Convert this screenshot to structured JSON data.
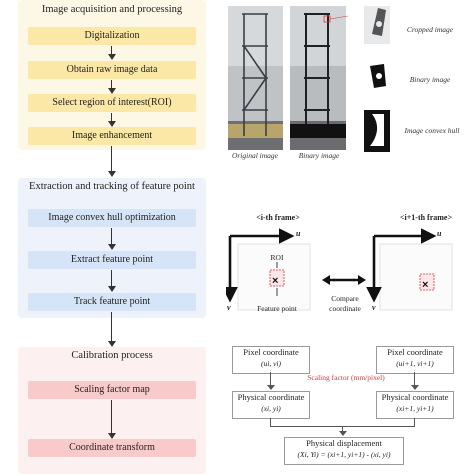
{
  "panel1": {
    "title": "Image acquisition and processing",
    "steps": [
      "Digitalization",
      "Obtain raw image data",
      "Select region of interest(ROI)",
      "Image enhancement"
    ]
  },
  "panel2": {
    "title": "Extraction and tracking of feature point",
    "steps": [
      "Image convex hull optimization",
      "Extract feature point",
      "Track feature point"
    ]
  },
  "panel3": {
    "title": "Calibration process",
    "steps": [
      "Scaling factor map",
      "Coordinate transform"
    ]
  },
  "images": {
    "original": "Original image",
    "binary": "Binary image",
    "cropped": "Cropped image",
    "binary_small": "Binary image",
    "convex": "Image convex hull"
  },
  "frames": {
    "left_title": "<i-th frame>",
    "right_title": "<i+1-th frame>",
    "axis_u": "u",
    "axis_v": "v",
    "roi": "ROI",
    "feature_point": "Feature point",
    "compare": "Compare",
    "coordinate": "coordinate"
  },
  "calibration": {
    "pixel_left": "Pixel coordinate",
    "pixel_left_sub": "(ui, vi)",
    "pixel_right": "Pixel coordinate",
    "pixel_right_sub": "(ui+1, vi+1)",
    "scaling": "Scaling factor (mm/pixel)",
    "phys_left": "Physical coordinate",
    "phys_left_sub": "(xi, yi)",
    "phys_right": "Physical coordinate",
    "phys_right_sub": "(xi+1, yi+1)",
    "disp": "Physical displacement",
    "disp_sub": "(Xi, Yi) = (xi+1, yi+1) - (xi, yi)"
  },
  "colors": {
    "yellow": "#fbe8a6",
    "blue": "#d6e4f8",
    "red": "#f8caca",
    "accent_red": "#d23c3c"
  }
}
